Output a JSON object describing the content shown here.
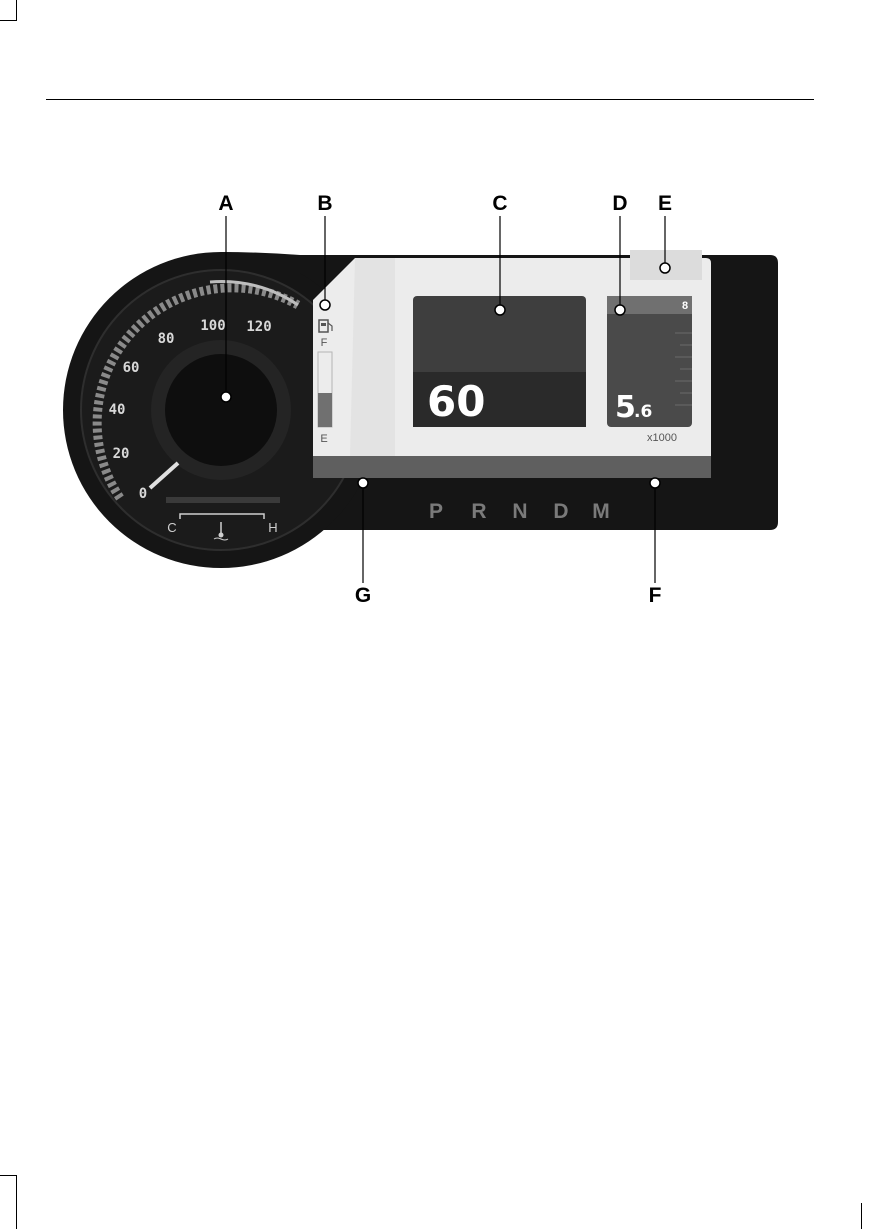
{
  "callouts": [
    "A",
    "B",
    "C",
    "D",
    "E",
    "G",
    "F"
  ],
  "speedometer": {
    "ticks": [
      "0",
      "20",
      "40",
      "60",
      "80",
      "100",
      "120"
    ]
  },
  "temperature_gauge": {
    "cold": "C",
    "hot": "H"
  },
  "fuel_gauge": {
    "full": "F",
    "empty": "E"
  },
  "speed_display": {
    "value": "60"
  },
  "tachometer": {
    "value_major": "5",
    "value_minor": ".6",
    "gear": "8",
    "unit": "x1000"
  },
  "gear_selector": [
    "P",
    "R",
    "N",
    "D",
    "M"
  ],
  "colors": {
    "cluster": "#141414",
    "screen": "#ececec",
    "display": "#3a3a3a"
  },
  "icons": [
    "fuel-pump-icon",
    "coolant-temperature-icon"
  ]
}
